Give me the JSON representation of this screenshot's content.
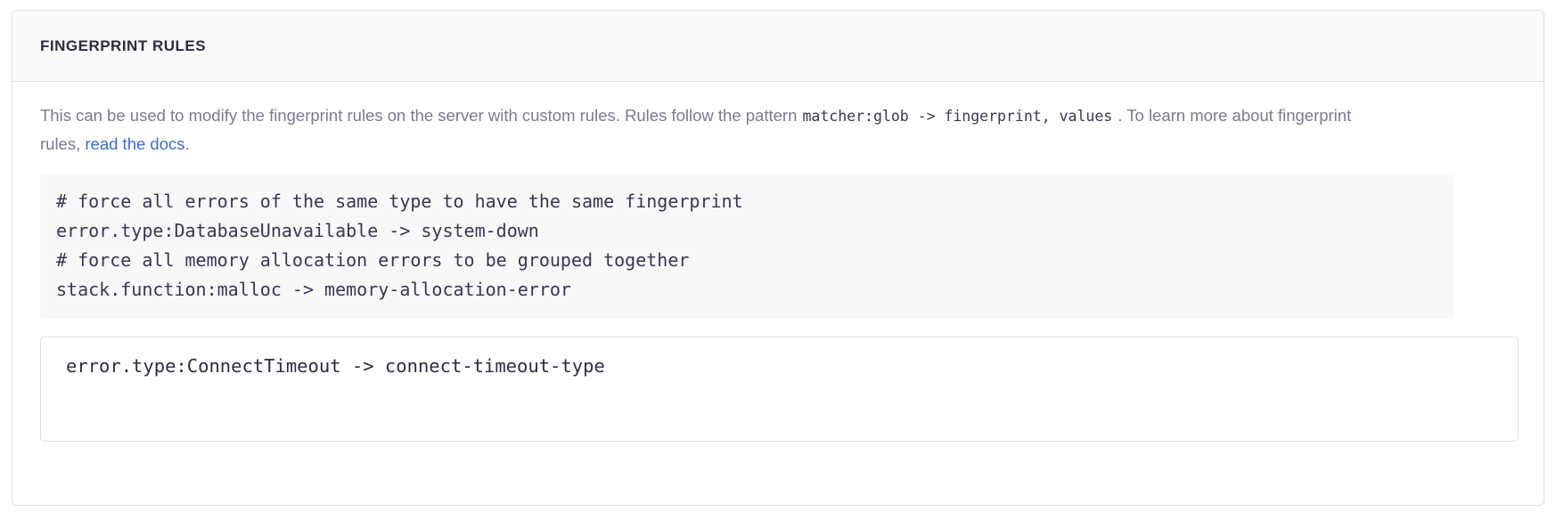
{
  "panel": {
    "title": "FINGERPRINT RULES",
    "description": {
      "part1": "This can be used to modify the fingerprint rules on the server with custom rules. Rules follow the pattern ",
      "code1": "matcher:glob -> fingerprint, values",
      "part2": " . To learn more about fingerprint rules, ",
      "link_label": "read the docs",
      "part3": "."
    },
    "example_code": {
      "lines": [
        "# force all errors of the same type to have the same fingerprint",
        "error.type:DatabaseUnavailable -> system-down",
        "# force all memory allocation errors to be grouped together",
        "stack.function:malloc -> memory-allocation-error"
      ]
    },
    "rules_input": {
      "value": "error.type:ConnectTimeout -> connect-timeout-type",
      "placeholder": ""
    }
  },
  "colors": {
    "panel_border": "#e0e0e6",
    "header_bg": "#fafafb",
    "title_text": "#302b3b",
    "body_text": "#80788f",
    "link": "#3b6ecc",
    "code_text": "#3c3552",
    "code_block_bg": "#f8f8f9",
    "input_border": "#dedce4"
  }
}
